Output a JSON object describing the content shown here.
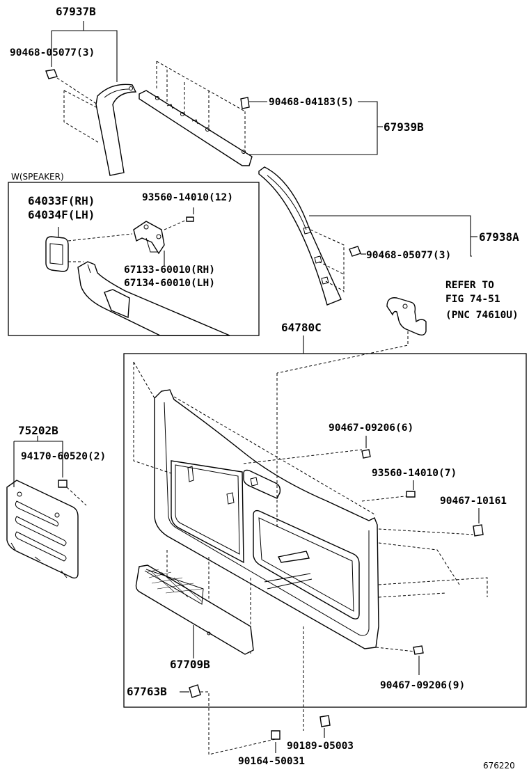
{
  "labels": {
    "p67937B": "67937B",
    "p90468_05077_a": "90468-05077(3)",
    "p90468_04183": "90468-04183(5)",
    "p67939B": "67939B",
    "p67938A": "67938A",
    "p90468_05077_b": "90468-05077(3)",
    "speaker_title": "W(SPEAKER)",
    "p64033F": "64033F(RH)",
    "p64034F": "64034F(LH)",
    "p93560_14010_12": "93560-14010(12)",
    "p67133": "67133-60010(RH)",
    "p67134": "67134-60010(LH)",
    "refer_1": "REFER TO",
    "refer_2": "FIG 74-51",
    "refer_3": "(PNC 74610U)",
    "p64780C": "64780C",
    "p75202B": "75202B",
    "p94170": "94170-60520(2)",
    "p90467_09206_6": "90467-09206(6)",
    "p93560_14010_7": "93560-14010(7)",
    "p90467_10161": "90467-10161",
    "p67709B": "67709B",
    "p90467_09206_9": "90467-09206(9)",
    "p67763B": "67763B",
    "p90189": "90189-05003",
    "p90164": "90164-50031",
    "fig_code": "676220"
  },
  "icons": {
    "clip": "push-clip-icon",
    "screw": "screw-icon",
    "grip": "assist-grip-icon"
  }
}
